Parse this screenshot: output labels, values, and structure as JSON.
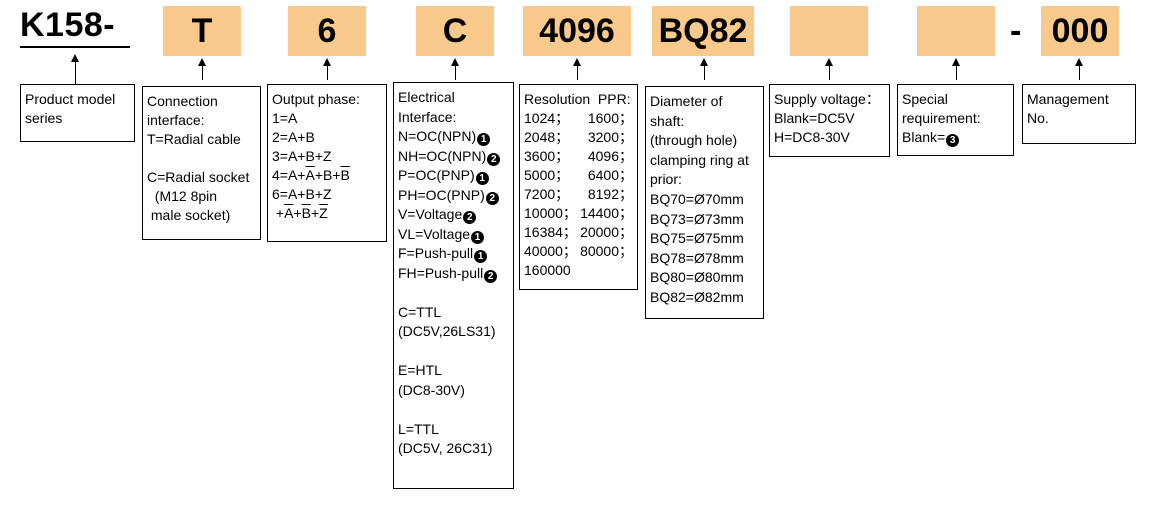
{
  "header": {
    "series": "K158-",
    "codes": [
      "T",
      "6",
      "C",
      "4096",
      "BQ82",
      "",
      "",
      "000"
    ],
    "dash": "-"
  },
  "colors": {
    "code_fill": "#f9c98b",
    "line": "#000000"
  },
  "boxes": {
    "series": [
      "Product model",
      "series"
    ],
    "connection": {
      "lines": [
        "Connection",
        "interface:",
        "T=Radial cable",
        "",
        "C=Radial socket",
        "  (M12 8pin",
        " male socket)"
      ]
    },
    "phase": {
      "lines": [
        "Output phase:",
        "1=A",
        "2=A+B",
        "3=A+B+Z"
      ],
      "l4a": "4=A+",
      "l4b": "A",
      "l4c": "+B+",
      "l4d": "B",
      "l5": "6=A+B+Z",
      "l6a": " +",
      "l6b": "A",
      "l6c": "+",
      "l6d": "B",
      "l6e": "+",
      "l6f": "Z"
    },
    "electrical": {
      "head": [
        "Electrical",
        "Interface:"
      ],
      "items": [
        {
          "t": "N=OC(NPN)",
          "n": "1"
        },
        {
          "t": "NH=OC(NPN)",
          "n": "2"
        },
        {
          "t": "P=OC(PNP)",
          "n": "1"
        },
        {
          "t": "PH=OC(PNP)",
          "n": "2"
        },
        {
          "t": "V=Voltage",
          "n": "2"
        },
        {
          "t": "VL=Voltage",
          "n": "1"
        },
        {
          "t": "F=Push-pull",
          "n": "1"
        },
        {
          "t": "FH=Push-pull",
          "n": "2"
        }
      ],
      "tail": [
        "C=TTL",
        "(DC5V,26LS31)",
        "",
        "E=HTL",
        "(DC8-30V)",
        "",
        "L=TTL",
        "(DC5V, 26C31)"
      ]
    },
    "resolution": {
      "head": "Resolution  PPR:",
      "rows": [
        [
          "1024；",
          "1600；"
        ],
        [
          "2048；",
          "3200；"
        ],
        [
          "3600；",
          "4096；"
        ],
        [
          "5000；",
          "6400；"
        ],
        [
          "7200；",
          "8192；"
        ],
        [
          "10000；",
          "14400；"
        ],
        [
          "16384；",
          "20000；"
        ],
        [
          "40000；",
          "80000；"
        ],
        [
          "160000",
          ""
        ]
      ]
    },
    "shaft": {
      "lines": [
        "Diameter of",
        "shaft:",
        "(through hole)",
        "clamping ring at",
        "prior:",
        "BQ70=Ø70mm",
        "BQ73=Ø73mm",
        "BQ75=Ø75mm",
        "BQ78=Ø78mm",
        "BQ80=Ø80mm",
        "BQ82=Ø82mm"
      ]
    },
    "supply": {
      "lines": [
        "Supply voltage：",
        "Blank=DC5V",
        "H=DC8-30V"
      ]
    },
    "special": {
      "lines": [
        "Special",
        "requirement:"
      ],
      "blank": "Blank=",
      "n": "3"
    },
    "management": {
      "lines": [
        "Management",
        "No."
      ]
    }
  }
}
